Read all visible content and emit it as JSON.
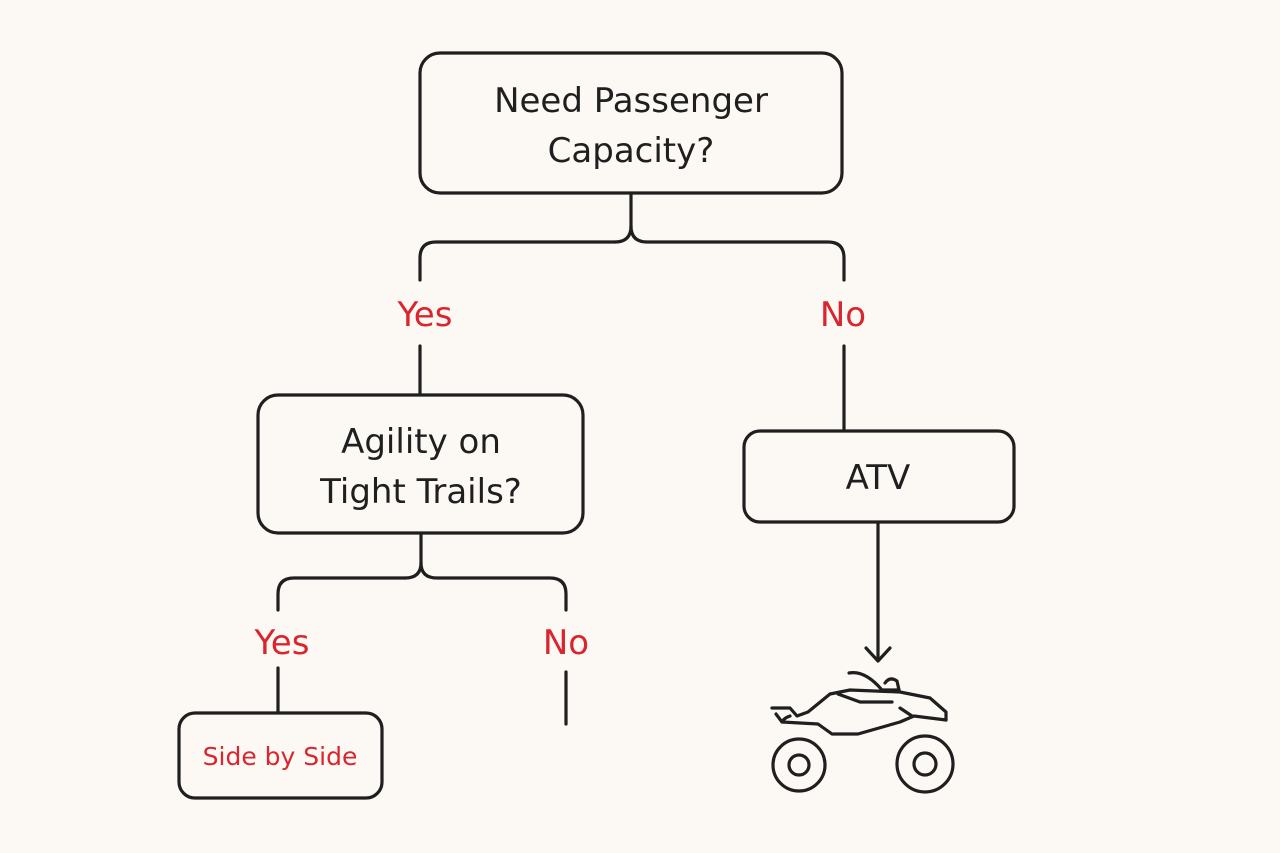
{
  "colors": {
    "ink": "#1f1f1f",
    "accent": "#d9262e",
    "background": "#fcf9f5"
  },
  "nodes": {
    "root": {
      "line1": "Need Passenger",
      "line2": "Capacity?"
    },
    "agility": {
      "line1": "Agility on",
      "line2": "Tight Trails?"
    },
    "atv": {
      "label": "ATV"
    },
    "side_by_side": {
      "label": "Side by Side"
    }
  },
  "edges": {
    "root_yes": "Yes",
    "root_no": "No",
    "agility_yes": "Yes",
    "agility_no": "No"
  },
  "icons": {
    "atv": "atv-vehicle-icon"
  }
}
